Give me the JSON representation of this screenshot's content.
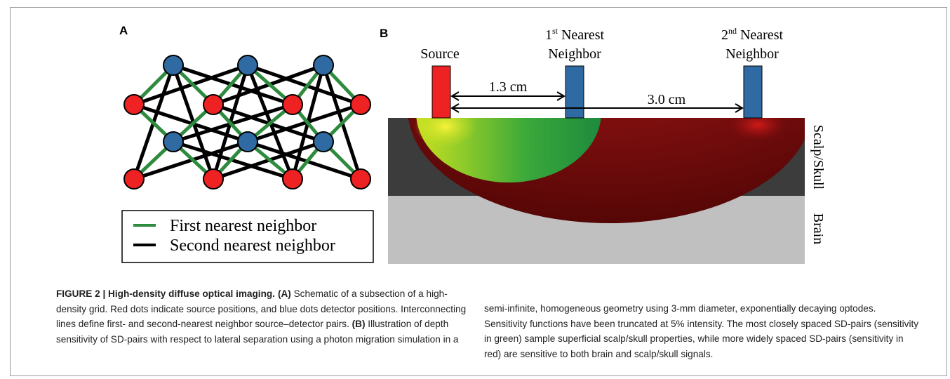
{
  "panel_a": {
    "label": "A",
    "legend": {
      "first": "First nearest neighbor",
      "second": "Second nearest neighbor"
    }
  },
  "panel_b": {
    "label": "B",
    "source": "Source",
    "first_neighbor": {
      "line1_num": "1",
      "line1_sup": "st",
      "line1_rest": " Nearest",
      "line2": "Neighbor"
    },
    "second_neighbor": {
      "line1_num": "2",
      "line1_sup": "nd",
      "line1_rest": " Nearest",
      "line2": "Neighbor"
    },
    "dist_short": "1.3 cm",
    "dist_long": "3.0 cm",
    "layer_top": "Scalp/Skull",
    "layer_bottom": "Brain"
  },
  "caption": {
    "lead": "FIGURE 2 | High-density diffuse optical imaging.",
    "a_tag": "(A)",
    "a_text": " Schematic of a subsection of a high-density grid. Red dots indicate source positions, and blue dots detector positions. Interconnecting lines define first- and second-nearest neighbor source–detector pairs. ",
    "b_tag": "(B)",
    "b_text": " Illustration of depth sensitivity of SD-pairs with respect to lateral separation using a photon migration simulation in a",
    "right_text": "semi-infinite, homogeneous geometry using 3-mm diameter, exponentially decaying optodes. Sensitivity functions have been truncated at 5% intensity. The most closely spaced SD-pairs (sensitivity in green) sample superficial scalp/skull properties, while more widely spaced SD-pairs (sensitivity in red) are sensitive to both brain and scalp/skull signals."
  },
  "colors": {
    "source_red": "#ee2222",
    "detector_blue": "#2f6aa3",
    "first_line": "#2e8b3e",
    "second_line": "#000000",
    "scalp": "#3c3c3c",
    "brain": "#c0c0c0"
  }
}
